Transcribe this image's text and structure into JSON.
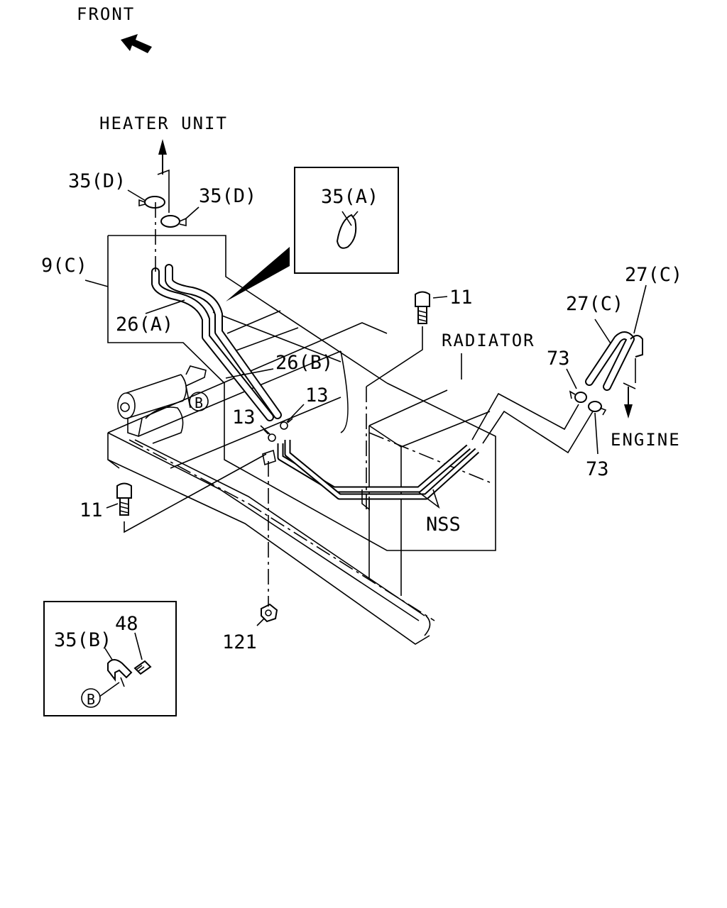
{
  "labels": {
    "front": "FRONT",
    "heater_unit": "HEATER UNIT",
    "radiator": "RADIATOR",
    "engine": "ENGINE",
    "nss": "NSS",
    "clamp_d_1": "35(D)",
    "clamp_d_2": "35(D)",
    "clamp_a": "35(A)",
    "clamp_b": "35(B)",
    "pipe_9c": "9(C)",
    "hose_26a": "26(A)",
    "hose_26b": "26(B)",
    "hose_27c_1": "27(C)",
    "hose_27c_2": "27(C)",
    "bolt_11_top": "11",
    "bolt_11_left": "11",
    "clip_13_left": "13",
    "clip_13_right": "13",
    "clamp_73_top": "73",
    "clamp_73_bottom": "73",
    "nut_121": "121",
    "bolt_48": "48",
    "ref_b_main": "B",
    "ref_b_inset": "B"
  }
}
